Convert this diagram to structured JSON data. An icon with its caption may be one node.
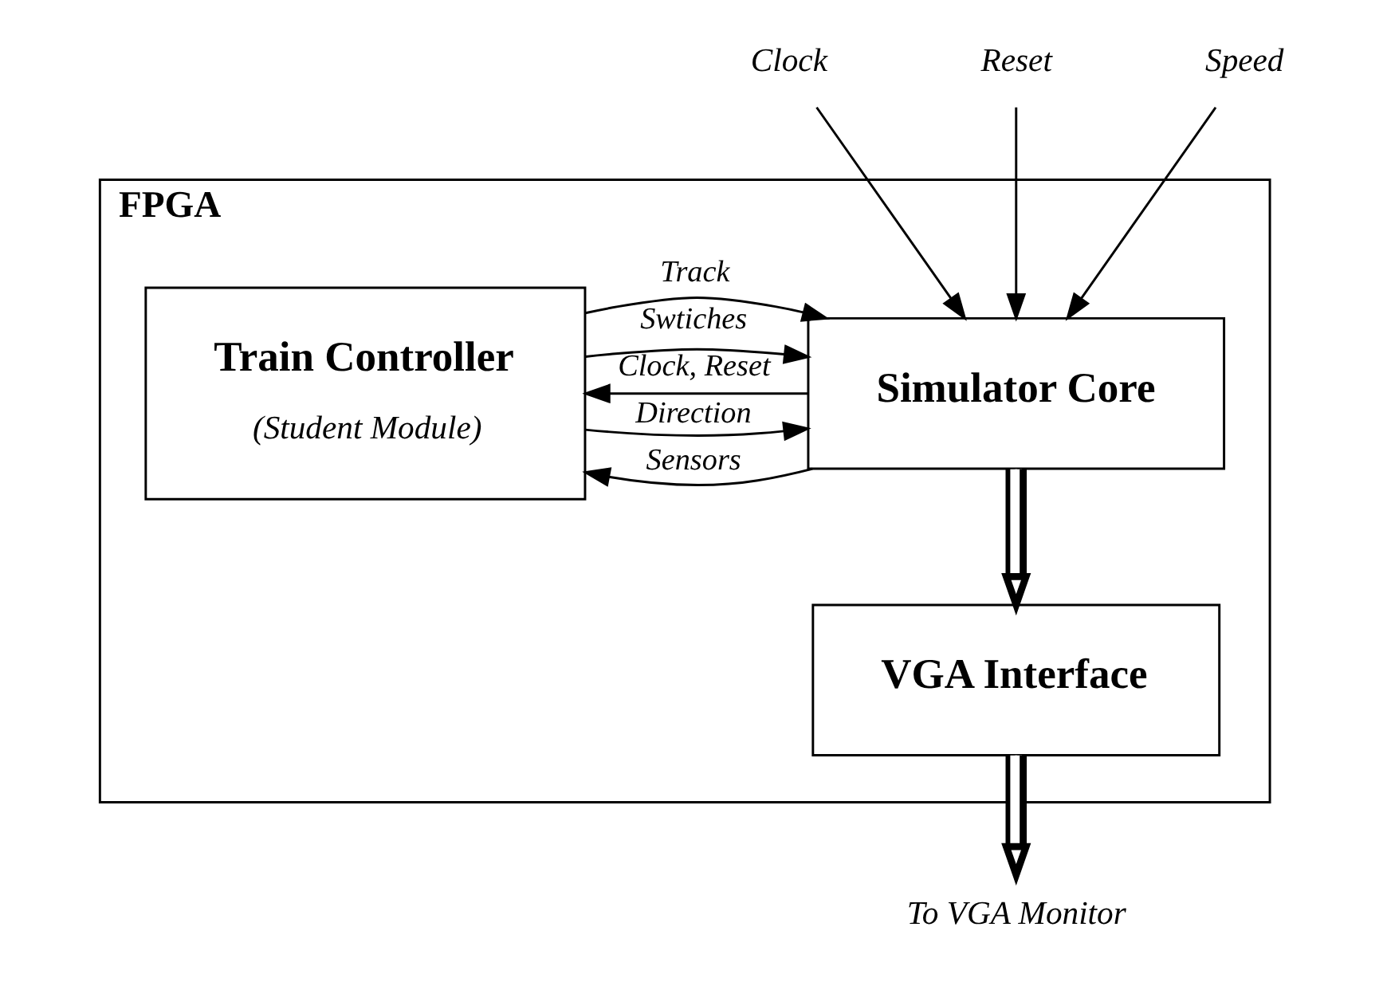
{
  "diagram": {
    "nodes": [
      {
        "text": [
          "FPGA"
        ]
      },
      {
        "text": [
          "Simulator Core"
        ],
        "in": 0
      },
      {
        "text": [
          "Train Controller",
          "(Student Module)"
        ],
        "in": 0
      },
      {
        "text": [
          "VGA Interface"
        ],
        "in": 0
      },
      {
        "text": [
          "Clock"
        ]
      },
      {
        "text": [
          "Reset"
        ]
      },
      {
        "text": [
          "Speed"
        ]
      },
      {
        "text": [
          "To VGA Monitor"
        ]
      }
    ],
    "edges": [
      {
        "from": 4,
        "to": 1,
        "arrow": "to"
      },
      {
        "from": 5,
        "to": 1,
        "arrow": "to"
      },
      {
        "from": 6,
        "to": 1,
        "arrow": "to"
      },
      {
        "from": 1,
        "to": 2,
        "arrow": "to",
        "label": "Clock, Reset"
      },
      {
        "from": 1,
        "to": 2,
        "arrow": "to",
        "label": "Sensors"
      },
      {
        "from": 2,
        "to": 1,
        "arrow": "to",
        "label": "Track"
      },
      {
        "from": 2,
        "to": 1,
        "arrow": "to",
        "label": "Direction"
      },
      {
        "from": 2,
        "to": 1,
        "arrow": "to",
        "label": "Swtiches"
      },
      {
        "from": 1,
        "to": 3,
        "arrow": "to",
        "style": "thick"
      },
      {
        "from": 3,
        "to": 7,
        "arrow": "to",
        "style": "thick"
      }
    ]
  }
}
